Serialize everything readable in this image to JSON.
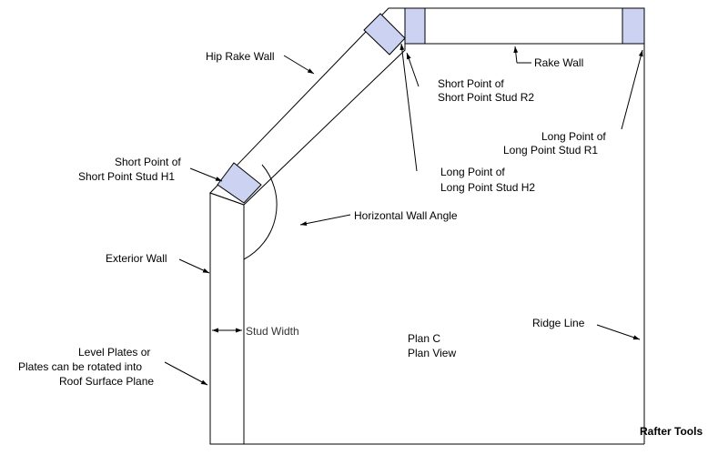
{
  "colors": {
    "stud_fill": "#ccd2f2",
    "line": "#000000",
    "background": "#ffffff"
  },
  "labels": {
    "hip_rake_wall": "Hip Rake Wall",
    "rake_wall": "Rake Wall",
    "short_point_r2_l1": "Short Point of",
    "short_point_r2_l2": "Short Point Stud R2",
    "long_point_r1_l1": "Long Point of",
    "long_point_r1_l2": "Long Point Stud R1",
    "short_point_h1_l1": "Short Point of",
    "short_point_h1_l2": "Short Point Stud H1",
    "long_point_h2_l1": "Long Point of",
    "long_point_h2_l2": "Long Point Stud H2",
    "horizontal_wall_angle": "Horizontal Wall Angle",
    "exterior_wall": "Exterior Wall",
    "stud_width": "Stud Width",
    "level_plates_l1": "Level Plates or",
    "level_plates_l2": "Plates can be rotated into",
    "level_plates_l3": "Roof Surface Plane",
    "plan_title": "Plan C",
    "plan_subtitle": "Plan View",
    "ridge_line": "Ridge Line",
    "brand": "Rafter Tools"
  }
}
